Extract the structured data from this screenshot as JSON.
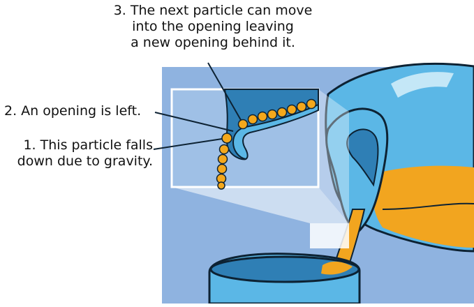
{
  "labels": {
    "step3": [
      "3. The next particle can move",
      "into the opening leaving",
      "a new opening behind it."
    ],
    "step2": "2. An opening is left.",
    "step1": [
      "1. This particle falls",
      "down due to gravity."
    ]
  },
  "colors": {
    "background_blue": "#8fb3e0",
    "pitcher_blue": "#5bb7e6",
    "pitcher_dark": "#2f7fb5",
    "liquid_orange": "#f2a51f",
    "particle_orange": "#f4a81c",
    "outline": "#0d2233"
  }
}
